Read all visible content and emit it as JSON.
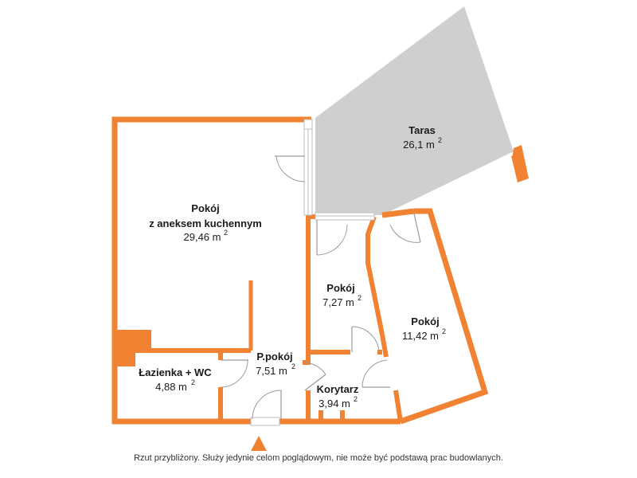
{
  "colors": {
    "wall": "#f08232",
    "terrace": "#cfcfcf",
    "text": "#1a1a1a",
    "door": "#9a9a9a"
  },
  "rooms": [
    {
      "name_line1": "Taras",
      "name_line2": "",
      "area": "26,1 m",
      "sup": "2"
    },
    {
      "name_line1": "Pokój",
      "name_line2": "z aneksem kuchennym",
      "area": "29,46 m",
      "sup": "2"
    },
    {
      "name_line1": "Pokój",
      "name_line2": "",
      "area": "7,27 m",
      "sup": "2"
    },
    {
      "name_line1": "Pokój",
      "name_line2": "",
      "area": "11,42 m",
      "sup": "2"
    },
    {
      "name_line1": "P.pokój",
      "name_line2": "",
      "area": "7,51 m",
      "sup": "2"
    },
    {
      "name_line1": "Łazienka + WC",
      "name_line2": "",
      "area": "4,88 m",
      "sup": "2"
    },
    {
      "name_line1": "Korytarz",
      "name_line2": "",
      "area": "3,94 m",
      "sup": "2"
    }
  ],
  "footer": {
    "disclaimer": "Rzut przybliżony. Służy jedynie celom poglądowym, nie może być podstawą prac budowlanych."
  }
}
